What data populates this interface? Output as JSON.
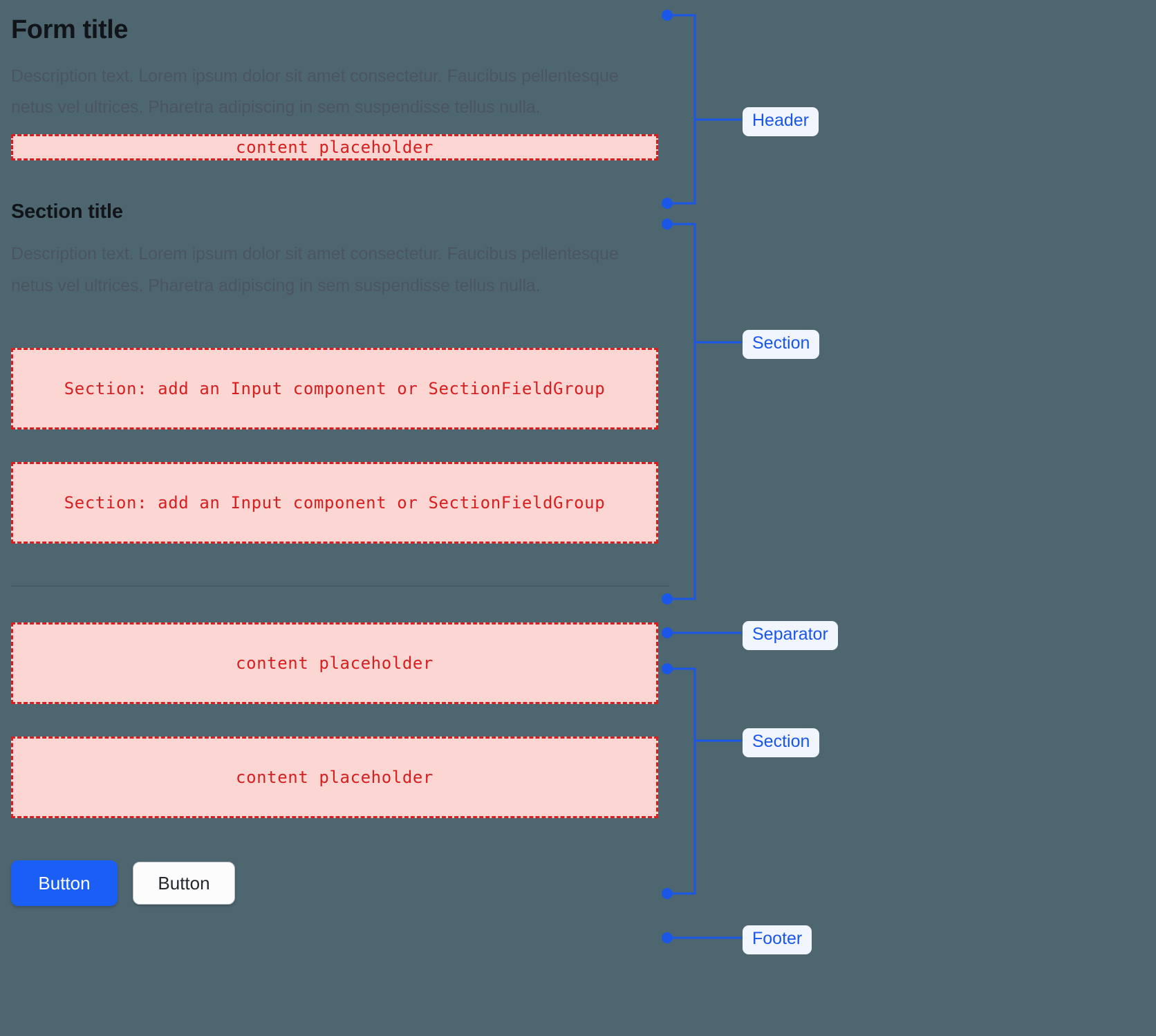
{
  "background_color": "#4d6670",
  "accent_color": "#1a56e8",
  "placeholder_color": "#d71f1f",
  "placeholder_fill": "#fbd6d3",
  "header": {
    "title": "Form title",
    "description": "Description text. Lorem ipsum dolor sit amet consectetur. Faucibus pellentesque netus vel ultrices. Pharetra adipiscing in sem suspendisse tellus nulla.",
    "content_placeholder": "content placeholder"
  },
  "section_one": {
    "title": "Section title",
    "description": "Description text. Lorem ipsum dolor sit amet consectetur. Faucibus pellentesque netus vel ultrices. Pharetra adipiscing in sem suspendisse tellus nulla.",
    "field_placeholder_1": "Section: add an Input component or SectionFieldGroup",
    "field_placeholder_2": "Section: add an Input component or SectionFieldGroup"
  },
  "section_two": {
    "content_placeholder_1": "content placeholder",
    "content_placeholder_2": "content placeholder"
  },
  "footer": {
    "primary_button": "Button",
    "secondary_button": "Button"
  },
  "annotations": {
    "header_label": "Header",
    "section_one_label": "Section",
    "separator_label": "Separator",
    "section_two_label": "Section",
    "footer_label": "Footer"
  }
}
